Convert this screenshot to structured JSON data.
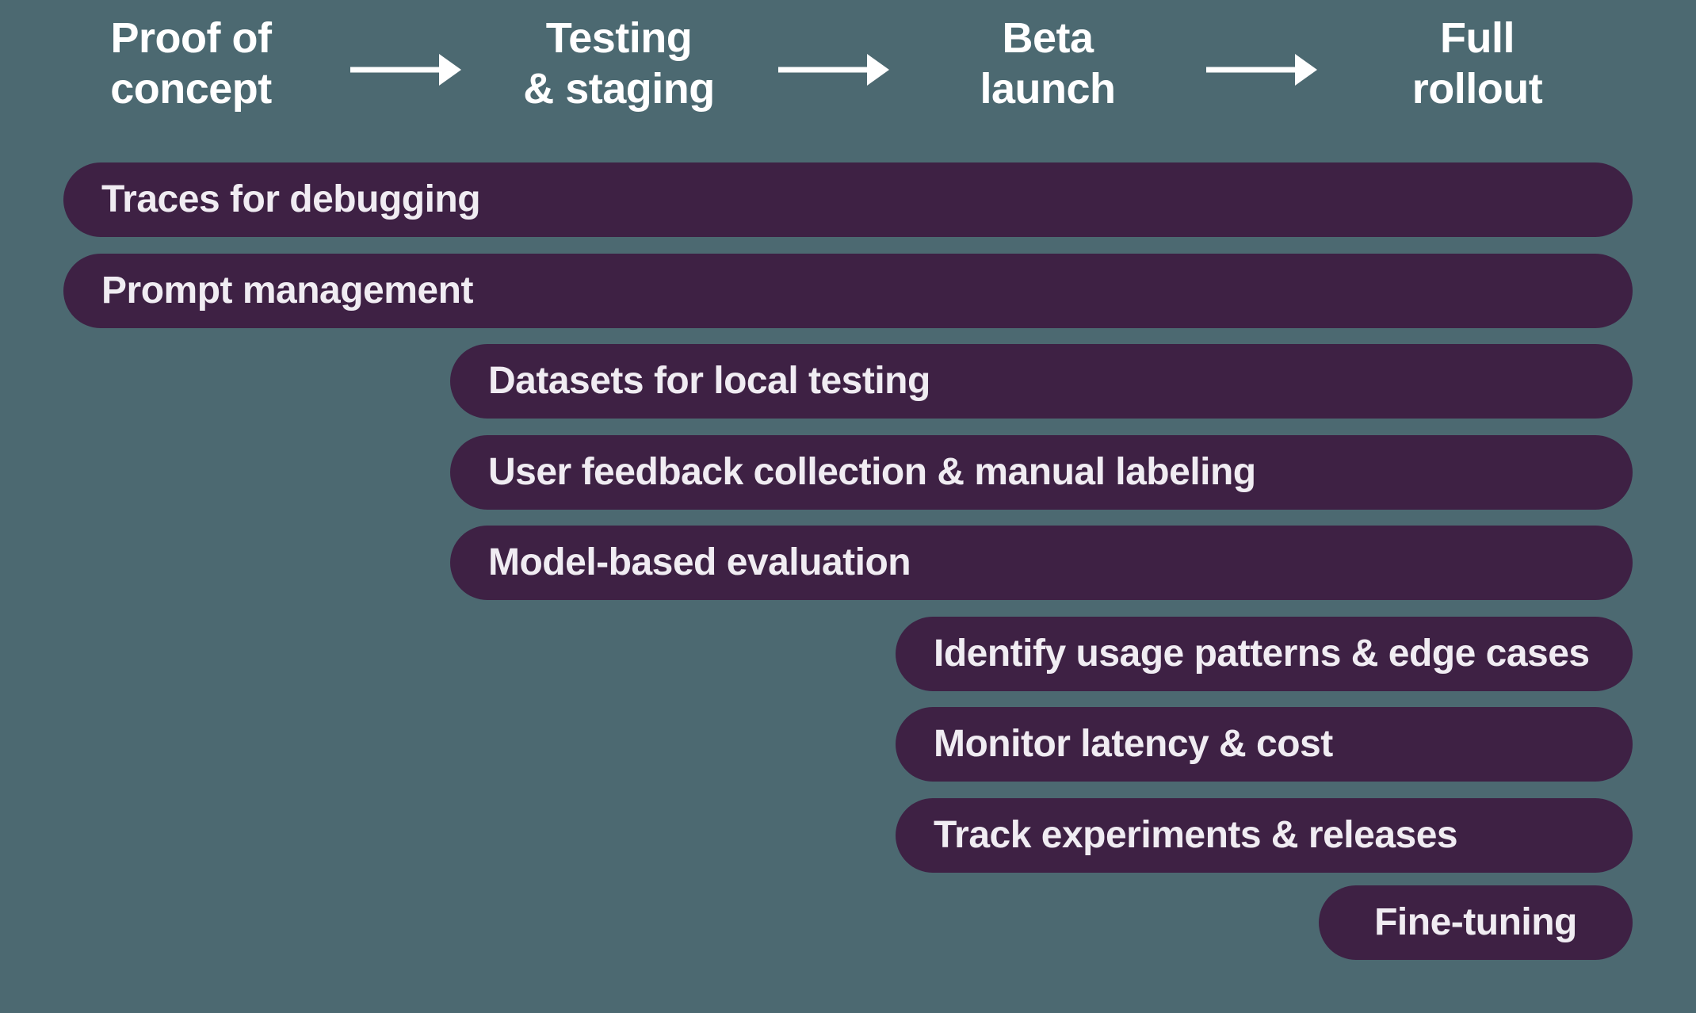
{
  "diagram": {
    "type": "roadmap-flow",
    "colors": {
      "background": "#4C6971",
      "bar_fill": "#3E2144",
      "bar_text": "#F0ECF2",
      "stage_text": "#FFFFFF",
      "arrow": "#FFFFFF"
    },
    "stages": [
      {
        "line1": "Proof of",
        "line2": "concept"
      },
      {
        "line1": "Testing",
        "line2": "& staging"
      },
      {
        "line1": "Beta",
        "line2": "launch"
      },
      {
        "line1": "Full",
        "line2": "rollout"
      }
    ],
    "bars": [
      {
        "label": "Traces for debugging",
        "start_stage": "Proof of concept"
      },
      {
        "label": "Prompt management",
        "start_stage": "Proof of concept"
      },
      {
        "label": "Datasets for local testing",
        "start_stage": "Testing & staging"
      },
      {
        "label": "User feedback collection & manual labeling",
        "start_stage": "Testing & staging"
      },
      {
        "label": "Model-based evaluation",
        "start_stage": "Testing & staging"
      },
      {
        "label": "Identify usage patterns & edge cases",
        "start_stage": "Beta launch"
      },
      {
        "label": "Monitor latency & cost",
        "start_stage": "Beta launch"
      },
      {
        "label": "Track experiments & releases",
        "start_stage": "Beta launch"
      },
      {
        "label": "Fine-tuning",
        "start_stage": "Full rollout"
      }
    ]
  }
}
